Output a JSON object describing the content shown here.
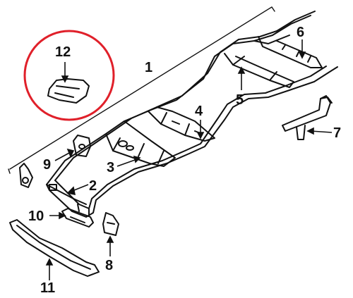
{
  "diagram": {
    "callouts": [
      {
        "id": "callout-1",
        "text": "1"
      },
      {
        "id": "callout-2",
        "text": "2"
      },
      {
        "id": "callout-3",
        "text": "3"
      },
      {
        "id": "callout-4",
        "text": "4"
      },
      {
        "id": "callout-5",
        "text": "5"
      },
      {
        "id": "callout-6",
        "text": "6"
      },
      {
        "id": "callout-7",
        "text": "7"
      },
      {
        "id": "callout-8",
        "text": "8"
      },
      {
        "id": "callout-9",
        "text": "9"
      },
      {
        "id": "callout-10",
        "text": "10"
      },
      {
        "id": "callout-11",
        "text": "11"
      },
      {
        "id": "callout-12",
        "text": "12"
      }
    ],
    "highlight_color": "#e0202a",
    "line_color": "#111111"
  }
}
